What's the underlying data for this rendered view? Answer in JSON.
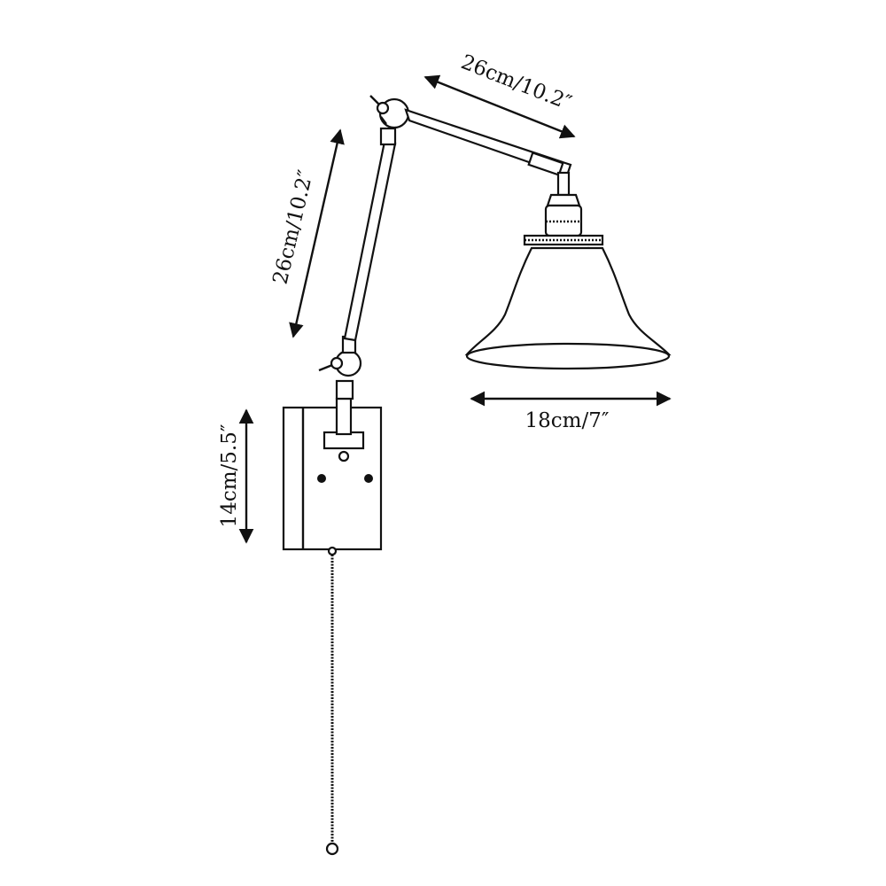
{
  "dimensions": {
    "upper_arm": "26cm/10.2″",
    "lower_arm": "26cm/10.2″",
    "shade_width": "18cm/7″",
    "backplate_height": "14cm/5.5″"
  },
  "colors": {
    "line": "#111111",
    "background": "#ffffff"
  }
}
